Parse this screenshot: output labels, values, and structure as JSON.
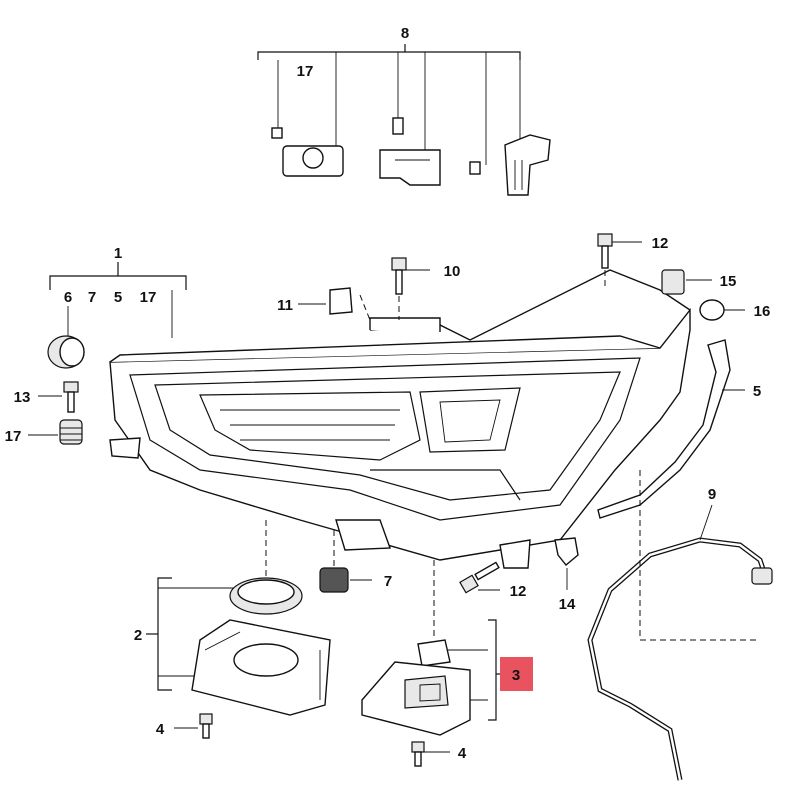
{
  "labels": {
    "n8": "8",
    "n17_top": "17",
    "n1": "1",
    "n6": "6",
    "n7_a": "7",
    "n5_a": "5",
    "n17_b": "17",
    "n12_top": "12",
    "n10": "10",
    "n11": "11",
    "n15": "15",
    "n16": "16",
    "n5_right": "5",
    "n13": "13",
    "n17_left": "17",
    "n9": "9",
    "n7_b": "7",
    "n12_bottom": "12",
    "n14": "14",
    "n2": "2",
    "n3": "3",
    "n4_left": "4",
    "n4_right": "4"
  },
  "highlight": {
    "color": "#e8535f",
    "label_key": "n3"
  }
}
